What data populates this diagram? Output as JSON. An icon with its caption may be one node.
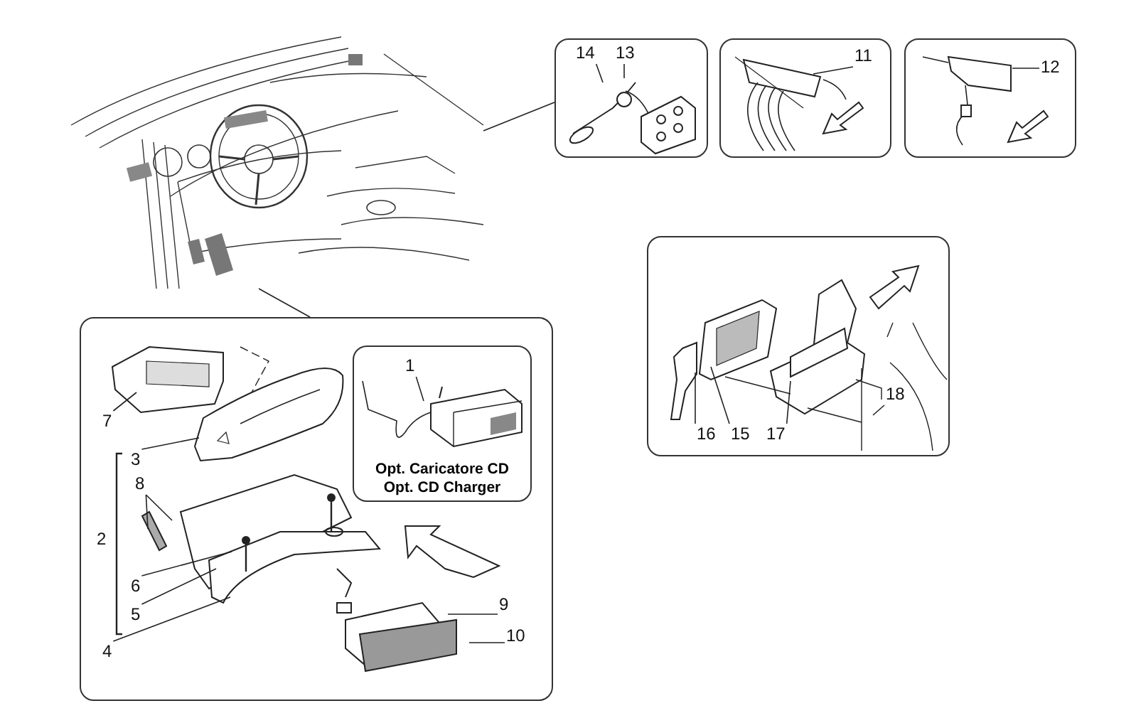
{
  "diagram": {
    "nodes": [
      {
        "text": [],
        "shape": "picture"
      },
      {
        "text": [],
        "shape": "box"
      },
      {
        "text": [],
        "shape": "box"
      },
      {
        "text": [],
        "shape": "box"
      },
      {
        "text": [],
        "shape": "box"
      },
      {
        "text": [],
        "shape": "box"
      },
      {
        "text": [
          "Opt. Caricatore CD",
          "Opt. CD Charger"
        ],
        "in": 5
      },
      {
        "text": [
          "14"
        ],
        "in": 1
      },
      {
        "text": [
          "13"
        ],
        "in": 1
      },
      {
        "text": [
          "11"
        ],
        "in": 2
      },
      {
        "text": [
          "12"
        ],
        "in": 3
      },
      {
        "text": [
          "16"
        ],
        "in": 4
      },
      {
        "text": [
          "15"
        ],
        "in": 4
      },
      {
        "text": [
          "17"
        ],
        "in": 4
      },
      {
        "text": [
          "18"
        ],
        "in": 4
      },
      {
        "text": [
          "7"
        ],
        "in": 5
      },
      {
        "text": [
          "3"
        ],
        "in": 5
      },
      {
        "text": [
          "8"
        ],
        "in": 5
      },
      {
        "text": [
          "2"
        ],
        "in": 5
      },
      {
        "text": [
          "6"
        ],
        "in": 5
      },
      {
        "text": [
          "5"
        ],
        "in": 5
      },
      {
        "text": [
          "4"
        ],
        "in": 5
      },
      {
        "text": [
          "1"
        ],
        "in": 6
      },
      {
        "text": [
          "9"
        ],
        "in": 5
      },
      {
        "text": [
          "10"
        ],
        "in": 5
      }
    ],
    "edges": [
      {
        "from": 0,
        "to": 1,
        "arrow": "none"
      },
      {
        "from": 0,
        "to": 5,
        "arrow": "none"
      },
      {
        "from": 7,
        "to": null,
        "arrow": "none"
      },
      {
        "from": 8,
        "to": null,
        "arrow": "none"
      },
      {
        "from": 9,
        "to": null,
        "arrow": "none"
      },
      {
        "from": 10,
        "to": null,
        "arrow": "none"
      },
      {
        "from": 11,
        "to": null,
        "arrow": "none"
      },
      {
        "from": 12,
        "to": null,
        "arrow": "none"
      },
      {
        "from": 13,
        "to": null,
        "arrow": "none"
      },
      {
        "from": 14,
        "to": null,
        "arrow": "none"
      },
      {
        "from": 15,
        "to": null,
        "arrow": "none"
      },
      {
        "from": 16,
        "to": null,
        "arrow": "none"
      },
      {
        "from": 17,
        "to": null,
        "arrow": "none"
      },
      {
        "from": 17,
        "to": null,
        "arrow": "none"
      },
      {
        "from": 19,
        "to": null,
        "arrow": "none"
      },
      {
        "from": 20,
        "to": null,
        "arrow": "none"
      },
      {
        "from": 21,
        "to": null,
        "arrow": "none"
      },
      {
        "from": 22,
        "to": null,
        "arrow": "none"
      },
      {
        "from": 23,
        "to": null,
        "arrow": "none"
      },
      {
        "from": 24,
        "to": null,
        "arrow": "none"
      }
    ]
  }
}
